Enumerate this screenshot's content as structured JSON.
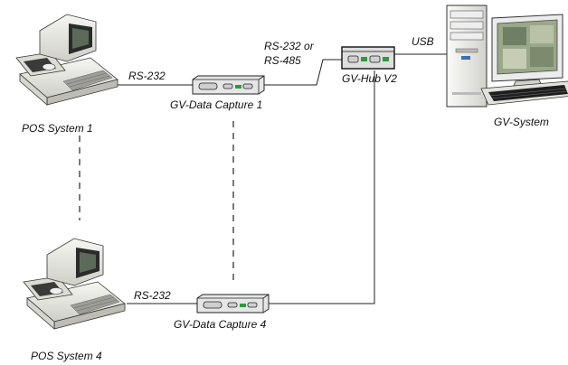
{
  "diagram": {
    "pos1_label": "POS System 1",
    "pos4_label": "POS System 4",
    "capture1_label": "GV-Data Capture 1",
    "capture4_label": "GV-Data Capture 4",
    "rs232_top": "RS-232",
    "rs232_bottom": "RS-232",
    "hub_link_line1": "RS-232 or",
    "hub_link_line2": "RS-485",
    "hub_label": "GV-Hub V2",
    "usb_label": "USB",
    "system_label": "GV-System"
  },
  "colors": {
    "line": "#222222",
    "device_body": "#e6e6e6",
    "port_green": "#2e9a3c",
    "screen": "#9aa88a"
  }
}
